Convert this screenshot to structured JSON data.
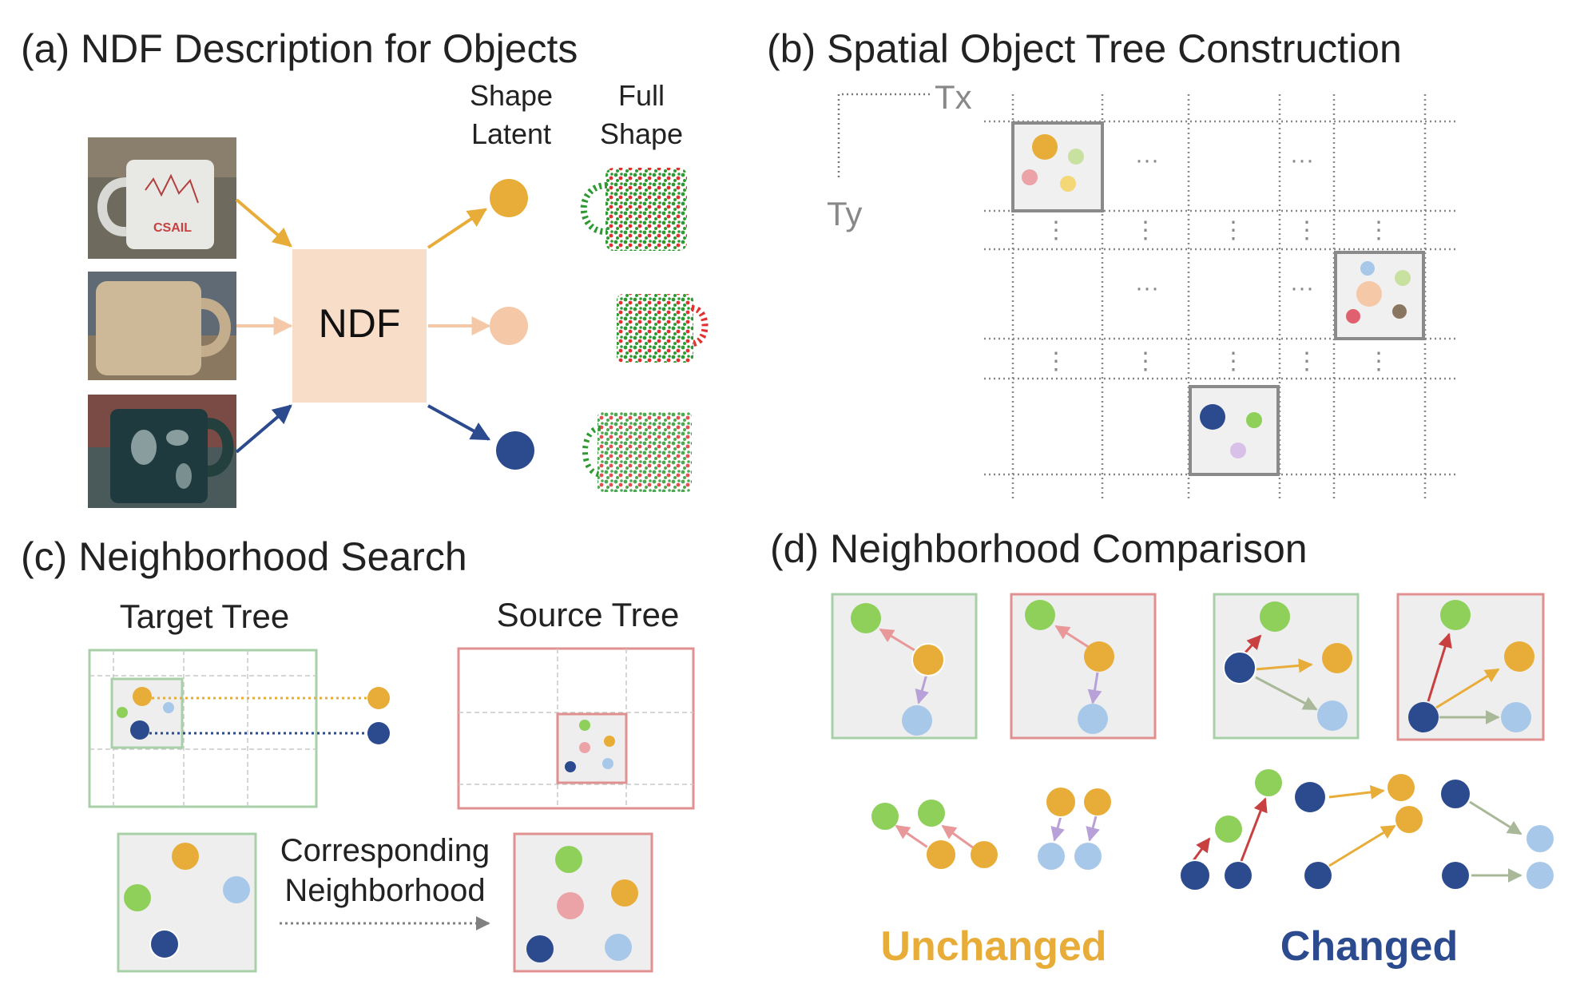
{
  "colors": {
    "yellow": "#e8ad38",
    "peach": "#f5c8a8",
    "navy": "#2c4a8e",
    "green": "#8ed05a",
    "light_blue": "#a8c8ea",
    "pink": "#eba3a8",
    "red": "#e06070",
    "brown": "#8a7560",
    "light_green": "#c8e0a0",
    "lavender": "#d8c0e8",
    "ndf_fill": "#f8dec9",
    "cell_fill": "#eeeeee",
    "green_border": "#a8d0a8",
    "red_border": "#e09090",
    "arrow_pink": "#e89898",
    "arrow_purple": "#b8a0d8",
    "arrow_red": "#c84040",
    "arrow_sage": "#a8b898"
  },
  "panel_a": {
    "title": "(a) NDF Description for Objects",
    "col_latent": [
      "Shape",
      "Latent"
    ],
    "col_full": [
      "Full",
      "Shape"
    ],
    "ndf_label": "NDF",
    "mug_text": "CSAIL",
    "photos": [
      "white-mug-photo",
      "beige-mug-photo",
      "dark-mug-photo"
    ]
  },
  "panel_b": {
    "title": "(b) Spatial Object Tree Construction",
    "tx_label": "Tx",
    "ty_label": "Ty",
    "ellipsis_h": "···",
    "ellipsis_v": "⋮"
  },
  "panel_c": {
    "title": "(c) Neighborhood Search",
    "target_label": "Target Tree",
    "source_label": "Source Tree",
    "corr_label": [
      "Corresponding",
      "Neighborhood"
    ]
  },
  "panel_d": {
    "title": "(d) Neighborhood Comparison",
    "unchanged_label": "Unchanged",
    "changed_label": "Changed"
  }
}
